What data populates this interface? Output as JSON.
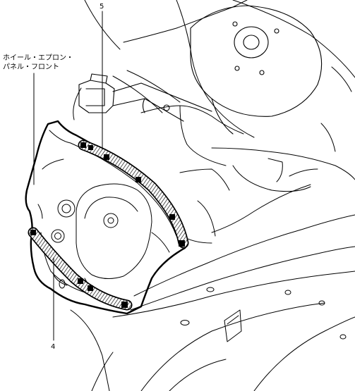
{
  "labels": {
    "wheel_apron_line1": "ホイール・エプロン・",
    "wheel_apron_line2": "パネル・フロント",
    "callout_5": "5",
    "callout_4": "4"
  },
  "colors": {
    "line": "#000000",
    "background": "#ffffff"
  }
}
